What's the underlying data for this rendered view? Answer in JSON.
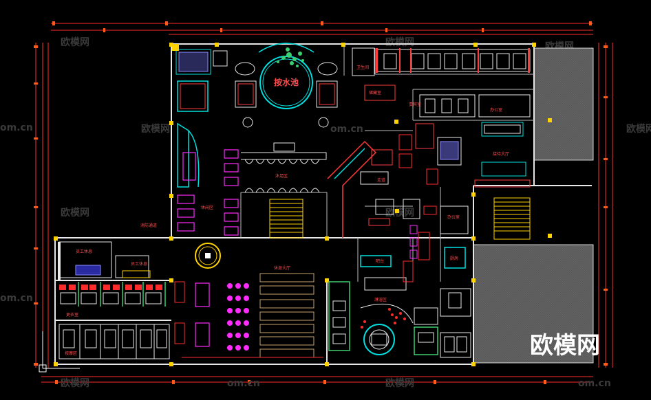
{
  "watermark": {
    "logo_text": "欧模网",
    "site_text": "om.cn"
  },
  "pool": {
    "label": "按水池"
  },
  "rooms": {
    "restroom": "卫生间",
    "lobby": "休息大厅",
    "foot_area": "沐足区",
    "lounge": "休闲区",
    "staff_rest_1": "员工休息",
    "staff_rest_2": "员工休息",
    "office_1": "办公室",
    "office_2": "办公室",
    "reception": "接待大厅",
    "bar": "吧台",
    "changing": "更衣室",
    "vip": "贵宾室",
    "corridor": "走道",
    "kitchen": "厨房",
    "massage_area": "按摩区",
    "storage": "储藏室",
    "entrance": "消防通道",
    "shower": "淋浴区"
  }
}
